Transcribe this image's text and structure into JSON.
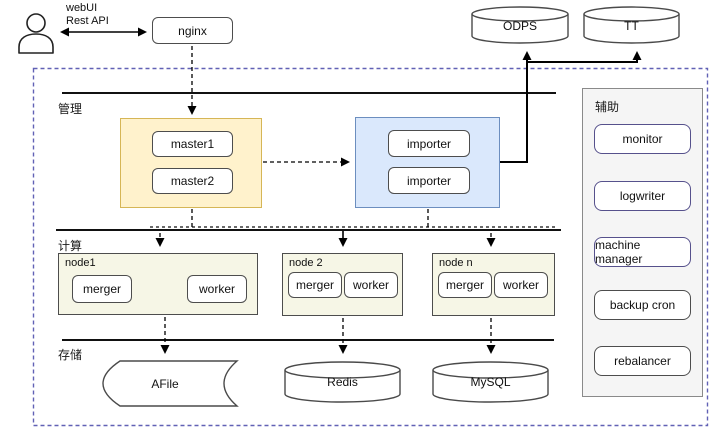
{
  "diagram": {
    "top": {
      "webui": "webUI",
      "rest_api": "Rest API",
      "nginx": "nginx",
      "odps": "ODPS",
      "tt": "TT"
    },
    "management": {
      "label": "管理",
      "masters": [
        "master1",
        "master2"
      ],
      "importers": [
        "importer",
        "importer"
      ]
    },
    "compute": {
      "label": "计算",
      "nodes": [
        {
          "title": "node1",
          "children": [
            "merger",
            "worker"
          ]
        },
        {
          "title": "node 2",
          "children": [
            "merger",
            "worker"
          ]
        },
        {
          "title": "node n",
          "children": [
            "merger",
            "worker"
          ]
        }
      ]
    },
    "storage": {
      "label": "存储",
      "stores": [
        "AFile",
        "Redis",
        "MySQL"
      ]
    },
    "auxiliary": {
      "label": "辅助",
      "items": [
        "monitor",
        "logwriter",
        "machine manager",
        "backup cron",
        "rebalancer"
      ]
    },
    "colors": {
      "master_fill": "#fff2cc",
      "master_border": "#d6b656",
      "importer_fill": "#dae8fc",
      "importer_border": "#6c8ebf",
      "node_fill": "#f6f6e6",
      "aux_fill": "#f5f5f5",
      "purple_accent": "#56518c",
      "container_dash": "#6161b5"
    }
  }
}
